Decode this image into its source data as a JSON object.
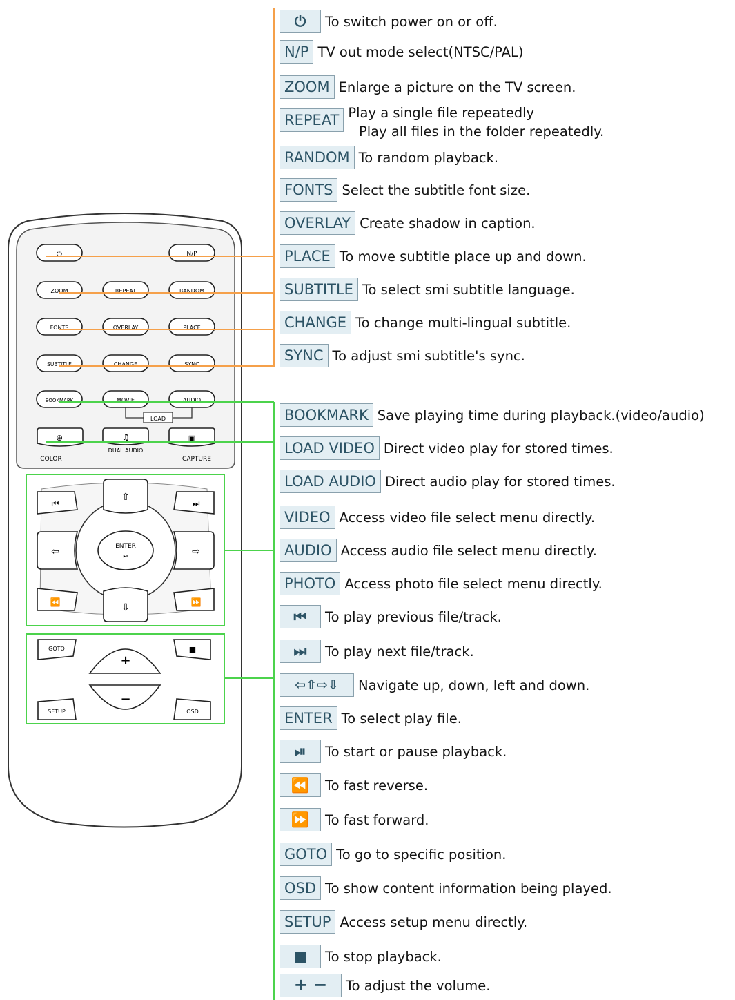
{
  "remote": {
    "top_buttons": {
      "row1": {
        "power": "",
        "np": "N/P"
      },
      "row2": [
        "ZOOM",
        "REPEAT",
        "RANDOM"
      ],
      "row3": [
        "FONTS",
        "OVERLAY",
        "PLACE"
      ],
      "row4": [
        "SUBTITLE",
        "CHANGE",
        "SYNC"
      ],
      "row5": [
        "BOOKMARK",
        "MOVIE",
        "AUDIO"
      ],
      "load": "LOAD",
      "row6_labels": [
        "COLOR",
        "DUAL AUDIO",
        "CAPTURE"
      ]
    },
    "enter": "ENTER",
    "goto": "GOTO",
    "setup": "SETUP",
    "osd": "OSD",
    "vol_plus": "+",
    "vol_minus": "−"
  },
  "legend": {
    "orange_group": [
      {
        "key": "",
        "icon": "power-icon",
        "desc": "To switch power on or off."
      },
      {
        "key": "N/P",
        "desc": "TV out mode select(NTSC/PAL)"
      },
      {
        "key": "ZOOM",
        "desc": "Enlarge a picture on the TV screen."
      },
      {
        "key": "REPEAT",
        "desc": "Play a single file repeatedly",
        "desc2": "Play all files in the folder repeatedly."
      },
      {
        "key": "RANDOM",
        "desc": "To random playback."
      },
      {
        "key": "FONTS",
        "desc": "Select the subtitle font size."
      },
      {
        "key": "OVERLAY",
        "desc": "Create shadow in caption."
      },
      {
        "key": "PLACE",
        "desc": "To move subtitle place up and down."
      },
      {
        "key": "SUBTITLE",
        "desc": "To select smi subtitle language."
      },
      {
        "key": "CHANGE",
        "desc": "To change multi-lingual subtitle."
      },
      {
        "key": "SYNC",
        "desc": "To adjust smi subtitle's sync."
      }
    ],
    "green_group": [
      {
        "key": "BOOKMARK",
        "desc": "Save playing time during playback.(video/audio)"
      },
      {
        "key": "LOAD VIDEO",
        "desc": "Direct video play for stored times."
      },
      {
        "key": "LOAD AUDIO",
        "desc": "Direct audio play for stored times."
      },
      {
        "key": "VIDEO",
        "desc": "Access video file select menu directly."
      },
      {
        "key": "AUDIO",
        "desc": "Access audio file select menu directly."
      },
      {
        "key": "PHOTO",
        "desc": "Access photo file select menu directly."
      },
      {
        "key": "",
        "icon": "previous-track-icon",
        "desc": "To play previous file/track."
      },
      {
        "key": "",
        "icon": "next-track-icon",
        "desc": "To play next file/track."
      },
      {
        "key": "",
        "icon": "arrow-keys-icon",
        "desc": "Navigate up, down, left and down."
      },
      {
        "key": "ENTER",
        "desc": "To select play file."
      },
      {
        "key": "",
        "icon": "play-pause-icon",
        "desc": "To start or pause playback."
      },
      {
        "key": "",
        "icon": "fast-reverse-icon",
        "desc": "To fast reverse."
      },
      {
        "key": "",
        "icon": "fast-forward-icon",
        "desc": "To fast forward."
      },
      {
        "key": "GOTO",
        "desc": "To go to specific position."
      },
      {
        "key": "OSD",
        "desc": "To show content information being played."
      },
      {
        "key": "SETUP",
        "desc": "Access setup menu directly."
      },
      {
        "key": "",
        "icon": "stop-icon",
        "desc": "To stop playback."
      },
      {
        "key": "",
        "icon": "volume-plus-minus-icon",
        "desc": "To adjust the volume."
      }
    ]
  },
  "colors": {
    "orange": "#f5a04a",
    "green": "#4cd34c",
    "label_bg": "#e3eef3",
    "label_border": "#8aa1ad"
  }
}
